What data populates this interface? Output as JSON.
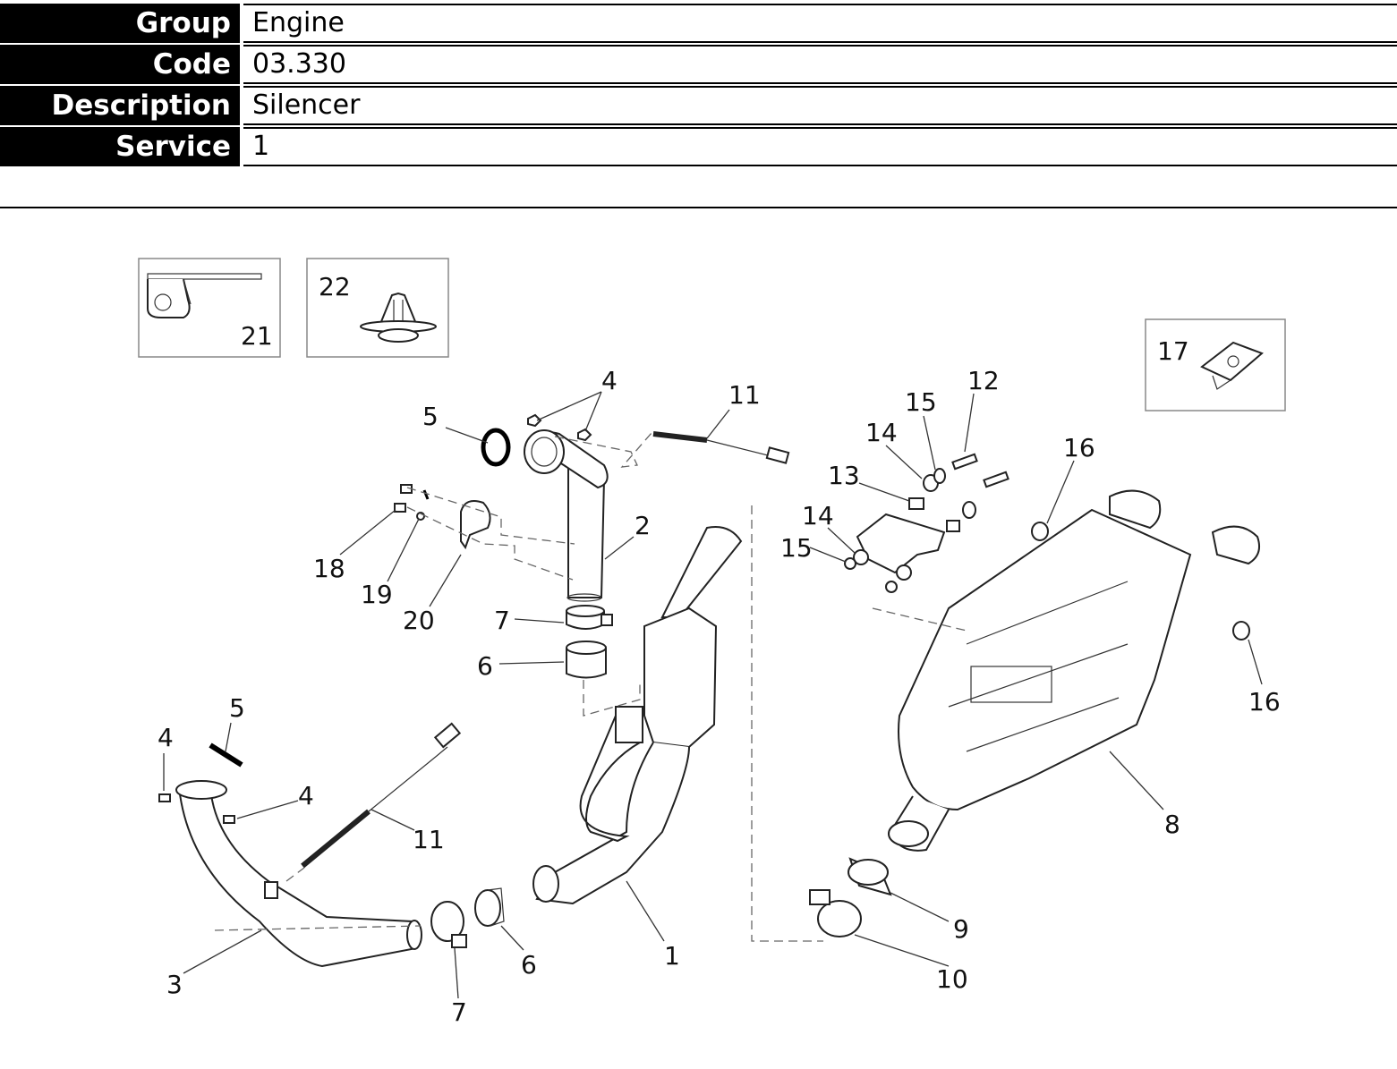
{
  "header": {
    "rows": [
      {
        "label": "Group",
        "value": "Engine"
      },
      {
        "label": "Code",
        "value": "03.330"
      },
      {
        "label": "Description",
        "value": "Silencer"
      },
      {
        "label": "Service",
        "value": "1"
      }
    ]
  },
  "diagram": {
    "callouts": {
      "c1": "1",
      "c2": "2",
      "c3": "3",
      "c4a": "4",
      "c4b": "4",
      "c4c": "4",
      "c5a": "5",
      "c5b": "5",
      "c6a": "6",
      "c6b": "6",
      "c7a": "7",
      "c7b": "7",
      "c8": "8",
      "c9": "9",
      "c10": "10",
      "c11a": "11",
      "c11b": "11",
      "c12": "12",
      "c13": "13",
      "c14a": "14",
      "c14b": "14",
      "c15a": "15",
      "c15b": "15",
      "c16a": "16",
      "c16b": "16",
      "c17": "17",
      "c18": "18",
      "c19": "19",
      "c20": "20",
      "c21": "21",
      "c22": "22"
    }
  }
}
